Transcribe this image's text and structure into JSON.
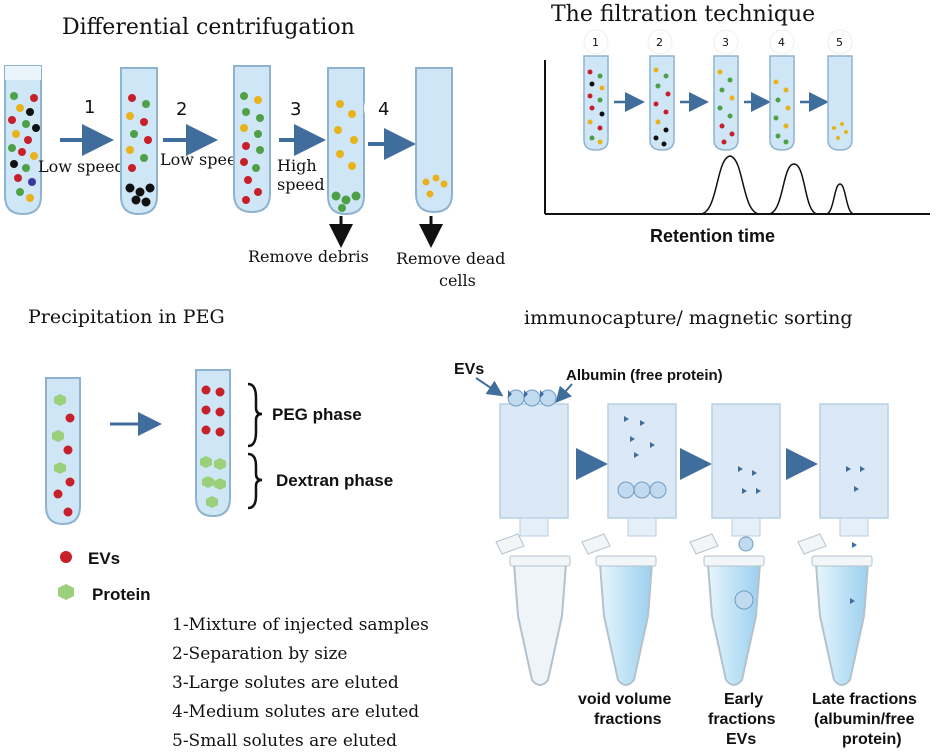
{
  "colors": {
    "tube_liquid": "#cfe6f7",
    "tube_outline": "#8fb3cf",
    "arrow": "#3f6e9c",
    "ev_red": "#c8202a",
    "particle_green": "#4ea046",
    "particle_yellow": "#e8b21c",
    "particle_black": "#111111",
    "protein_green": "#9bd07a",
    "column_fill": "#dbe9f6",
    "tube_eppendorf": "#bfe3f6"
  },
  "differential": {
    "title": "Differential centrifugation",
    "steps": [
      {
        "num": "1",
        "label": "Low speed"
      },
      {
        "num": "2",
        "label": "Low speed"
      },
      {
        "num": "3",
        "label_line1": "High",
        "label_line2": "speed"
      },
      {
        "num": "4",
        "label": ""
      }
    ],
    "remove_debris": "Remove debris",
    "remove_dead_line1": "Remove dead",
    "remove_dead_line2": "cells"
  },
  "filtration": {
    "title": "The filtration technique",
    "tube_numbers": [
      "1",
      "2",
      "3",
      "4",
      "5"
    ],
    "x_axis_label": "Retention time"
  },
  "peg": {
    "title": "Precipitation in PEG",
    "peg_phase": "PEG phase",
    "dextran_phase": "Dextran phase",
    "legend_evs": "EVs",
    "legend_protein": "Protein"
  },
  "immuno": {
    "title": "immunocapture/ magnetic sorting",
    "evs_label": "EVs",
    "albumin_label": "Albumin (free protein)",
    "fraction1_line1": "void volume",
    "fraction1_line2": "fractions",
    "fraction2_line1": "Early",
    "fraction2_line2": "fractions",
    "fraction2_line3": "EVs",
    "fraction3_line1": "Late fractions",
    "fraction3_line2": "(albumin/free",
    "fraction3_line3": "protein)"
  },
  "legend_list": [
    "1-Mixture of injected samples",
    "2-Separation by size",
    "3-Large solutes are eluted",
    "4-Medium solutes are eluted",
    "5-Small solutes are eluted"
  ]
}
